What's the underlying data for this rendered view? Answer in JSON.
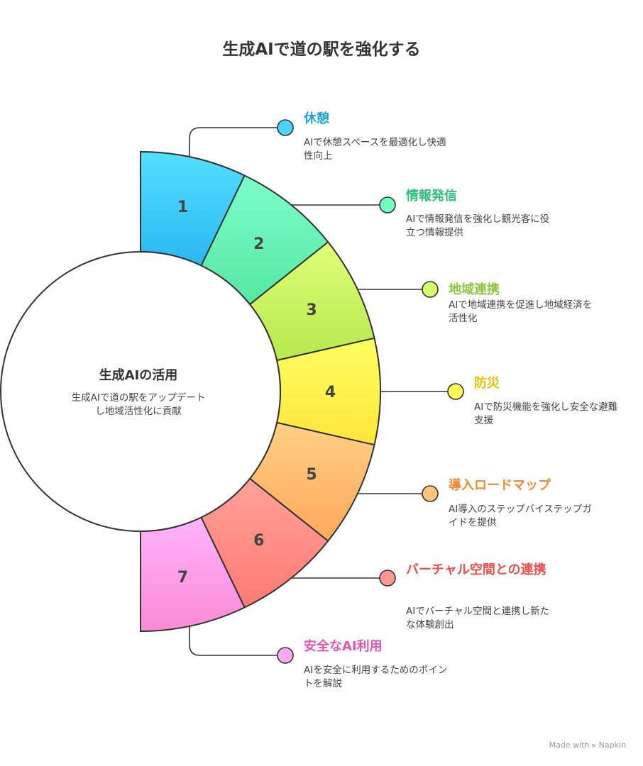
{
  "title": "生成AIで道の駅を強化する",
  "center": {
    "title": "生成AIの活用",
    "description": "生成AIで道の駅をアップデートし地域活性化に貢献"
  },
  "items": [
    {
      "number": "1",
      "title": "休憩",
      "description": "AIで休憩スペースを最適化し快適性向上",
      "color": "#2BB7F0",
      "label_color": "#1FA3D9"
    },
    {
      "number": "2",
      "title": "情報発信",
      "description": "AIで情報発信を強化し観光客に役立つ情報提供",
      "color": "#55E6A2",
      "label_color": "#2EBF7E"
    },
    {
      "number": "3",
      "title": "地域連携",
      "description": "AIで地域連携を促進し地域経済を活性化",
      "color": "#B6E84E",
      "label_color": "#8CC63F"
    },
    {
      "number": "4",
      "title": "防災",
      "description": "AIで防災機能を強化し安全な避難支援",
      "color": "#FFE53A",
      "label_color": "#E0C400"
    },
    {
      "number": "5",
      "title": "導入ロードマップ",
      "description": "AI導入のステップバイステップガイドを提供",
      "color": "#FFA85C",
      "label_color": "#F08A33"
    },
    {
      "number": "6",
      "title": "バーチャル空間との連携",
      "description": "AIでバーチャル空間と連携し新たな体験創出",
      "color": "#FF7A72",
      "label_color": "#E8504A"
    },
    {
      "number": "7",
      "title": "安全なAI利用",
      "description": "AIを安全に利用するためのポイントを解説",
      "color": "#F98BD4",
      "label_color": "#E255B3"
    }
  ],
  "footer": "Made with ⪢ Napkin"
}
